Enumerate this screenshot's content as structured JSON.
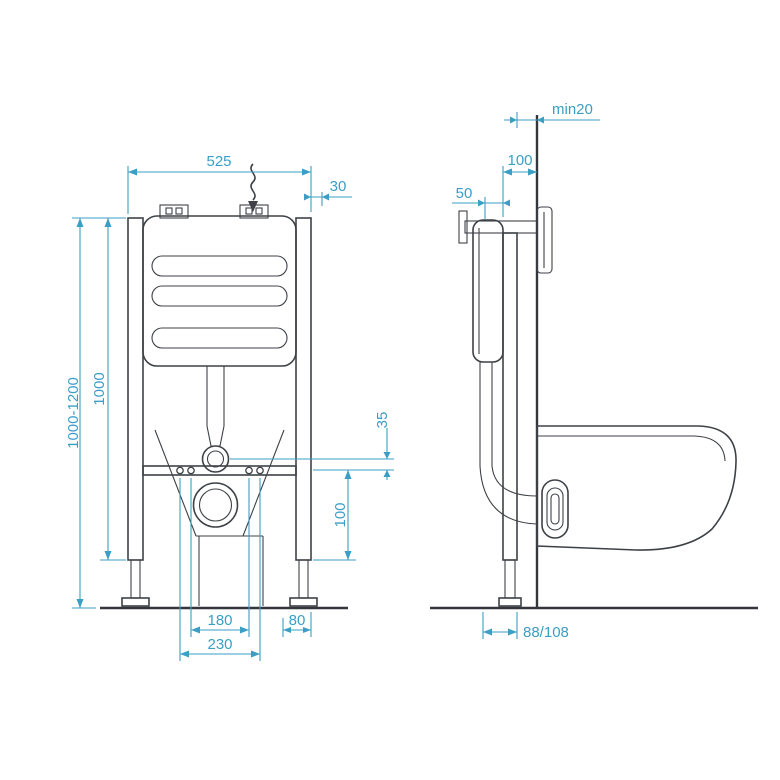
{
  "drawing": {
    "background": "#ffffff",
    "line_color": "#3e4247",
    "dimension_color": "#3b9ec4"
  },
  "front_view": {
    "dimensions": {
      "frame_width": "525",
      "top_bracket_depth": "30",
      "overall_height": "1000-1200",
      "frame_height": "1000",
      "inlet_offset": "35",
      "bar_to_leg": "100",
      "inner_bolt_spacing": "180",
      "right_offset": "80",
      "outer_bolt_spacing": "230"
    }
  },
  "side_view": {
    "dimensions": {
      "min_wall_clearance": "min20",
      "frame_depth": "100",
      "cistern_clearance": "50",
      "drain_offset": "88/108"
    }
  }
}
